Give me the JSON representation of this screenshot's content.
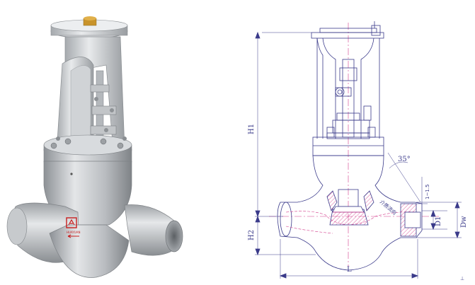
{
  "render": {
    "title": "Valve rendering",
    "logo_text": "HUAYUAN",
    "brand_color": "#c81e1e",
    "body_color": "#c9ccd0"
  },
  "drawing": {
    "line_color": "#3a3a8a",
    "hatch_color": "#d23a8a",
    "labels": {
      "H1": "H1",
      "H2": "H2",
      "L": "L",
      "D1": "D1",
      "Dw": "Dw",
      "angle": "35°",
      "offset": "1~1.5",
      "note": "介质流向",
      "corner_mark": "⊥"
    }
  }
}
